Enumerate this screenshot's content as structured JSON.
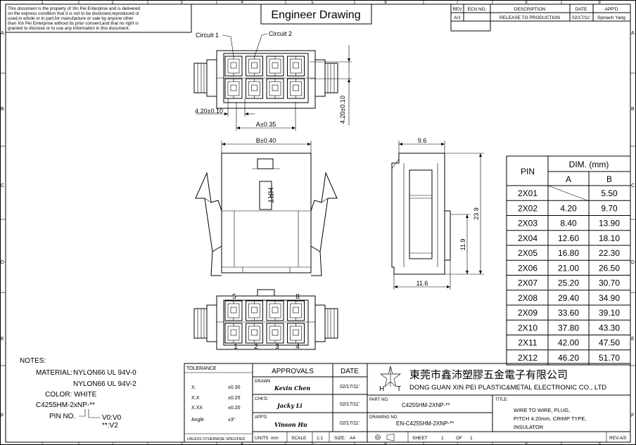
{
  "title": "Engineer Drawing",
  "disclaimer": [
    "This document is the property of Xin Pei Enterprise and is delivered",
    "on the express condition that it is not to be disclosed,reproduced or",
    "used,in whole or in part,for manufacture or sale by anyone other",
    "than Xin Pei Enterprise without its prior consent,and that no right is",
    "granted to disclose or to use any information in this document."
  ],
  "border": {
    "columns": [
      "1",
      "2",
      "3",
      "4",
      "5",
      "6",
      "7",
      "8",
      "9"
    ],
    "rows": [
      "A",
      "B",
      "C",
      "D",
      "E",
      "F"
    ]
  },
  "revision": {
    "headers": [
      "REV",
      "ECN NO.",
      "DESCRIPTION",
      "DATE",
      "APP'D"
    ],
    "row": [
      "A/1",
      "",
      "RELEASE TO PRODUCTION",
      "02/17/11'",
      "Spinach Yang"
    ]
  },
  "views": {
    "circuit1": "Circuit 1",
    "circuit2": "Circuit 2",
    "dim_pitch_h": "4.20±0.10",
    "dim_pitch_v": "4.20±0.10",
    "dim_a": "A±0.35",
    "dim_b": "B±0.40",
    "logo_text": "HRT",
    "dim_9_6": "9.6",
    "dim_23_9": "23.9",
    "dim_11_9": "11.9",
    "dim_11_6": "11.6",
    "pin_top": [
      "5",
      "8"
    ],
    "pin_bottom": [
      "1",
      "2",
      "3",
      "4"
    ]
  },
  "dim_table": {
    "pin_header": "PIN",
    "dim_header": "DIM. (mm)",
    "col_a": "A",
    "col_b": "B",
    "rows": [
      {
        "pin": "2X01",
        "a": "",
        "b": "5.50"
      },
      {
        "pin": "2X02",
        "a": "4.20",
        "b": "9.70"
      },
      {
        "pin": "2X03",
        "a": "8.40",
        "b": "13.90"
      },
      {
        "pin": "2X04",
        "a": "12.60",
        "b": "18.10"
      },
      {
        "pin": "2X05",
        "a": "16.80",
        "b": "22.30"
      },
      {
        "pin": "2X06",
        "a": "21.00",
        "b": "26.50"
      },
      {
        "pin": "2X07",
        "a": "25.20",
        "b": "30.70"
      },
      {
        "pin": "2X08",
        "a": "29.40",
        "b": "34.90"
      },
      {
        "pin": "2X09",
        "a": "33.60",
        "b": "39.10"
      },
      {
        "pin": "2X10",
        "a": "37.80",
        "b": "43.30"
      },
      {
        "pin": "2X11",
        "a": "42.00",
        "b": "47.50"
      },
      {
        "pin": "2X12",
        "a": "46.20",
        "b": "51.70"
      }
    ]
  },
  "notes": {
    "heading": "NOTES:",
    "material_label": "MATERIAL:",
    "material_1": "NYLON66  UL 94V-0",
    "material_2": "NYLON66  UL 94V-2",
    "color": "COLOR:  WHITE",
    "part_pattern": "C4255HM-2xNP-**",
    "pin_no": "PIN  NO.",
    "opt_1": "V0:V0",
    "opt_2": "**:V2"
  },
  "title_block": {
    "tolerance": "TOLERANCE",
    "tol_rows": [
      {
        "label": "X.",
        "value": "±0.30"
      },
      {
        "label": "X.X",
        "value": "±0.25"
      },
      {
        "label": "X.XX",
        "value": "±0.20"
      },
      {
        "label": "Angle",
        "value": "±3°"
      }
    ],
    "unless": "UNLESS OTHERWISE SPECIFIED",
    "approvals": "APPROVALS",
    "date_header": "DATE",
    "drawn_label": "DRAWN",
    "drawn_name": "Kevin  Chen",
    "drawn_date": "02/17/11'",
    "chkd_label": "CHK'D",
    "chkd_name": "Jacky  Li",
    "chkd_date": "02/17/11'",
    "appd_label": "APP'D",
    "appd_name": "Vinson  Hu",
    "appd_date": "02/17/11'",
    "units": "UNITS",
    "units_val": "mm",
    "scale": "SCALE",
    "scale_val": "1:1",
    "size": "SIZE:",
    "size_val": "A4",
    "company_cn": "東莞市鑫沛塑膠五金電子有限公司",
    "company_en": "DONG GUAN XIN PEI PLASTIC&METAL ELECTRONIC CO., LTD",
    "logo_h": "H",
    "logo_t": "T",
    "part_no_label": "PART NO.",
    "part_no": "C4255HM-2XNP-**",
    "drawing_no_label": "DRAWING NO.",
    "drawing_no": "EN-C4255HM-2XNP-**",
    "title_label": "TITLE:",
    "title_lines": [
      "WIRE TO WIRE, PLUG,",
      "PITCH 4.20mm, CRIMP TYPE,",
      "INSULATOR"
    ],
    "sheet_label": "SHEET",
    "sheet_no": "1",
    "of_label": "OF",
    "sheet_total": "1",
    "rev": "REV.A/0"
  }
}
